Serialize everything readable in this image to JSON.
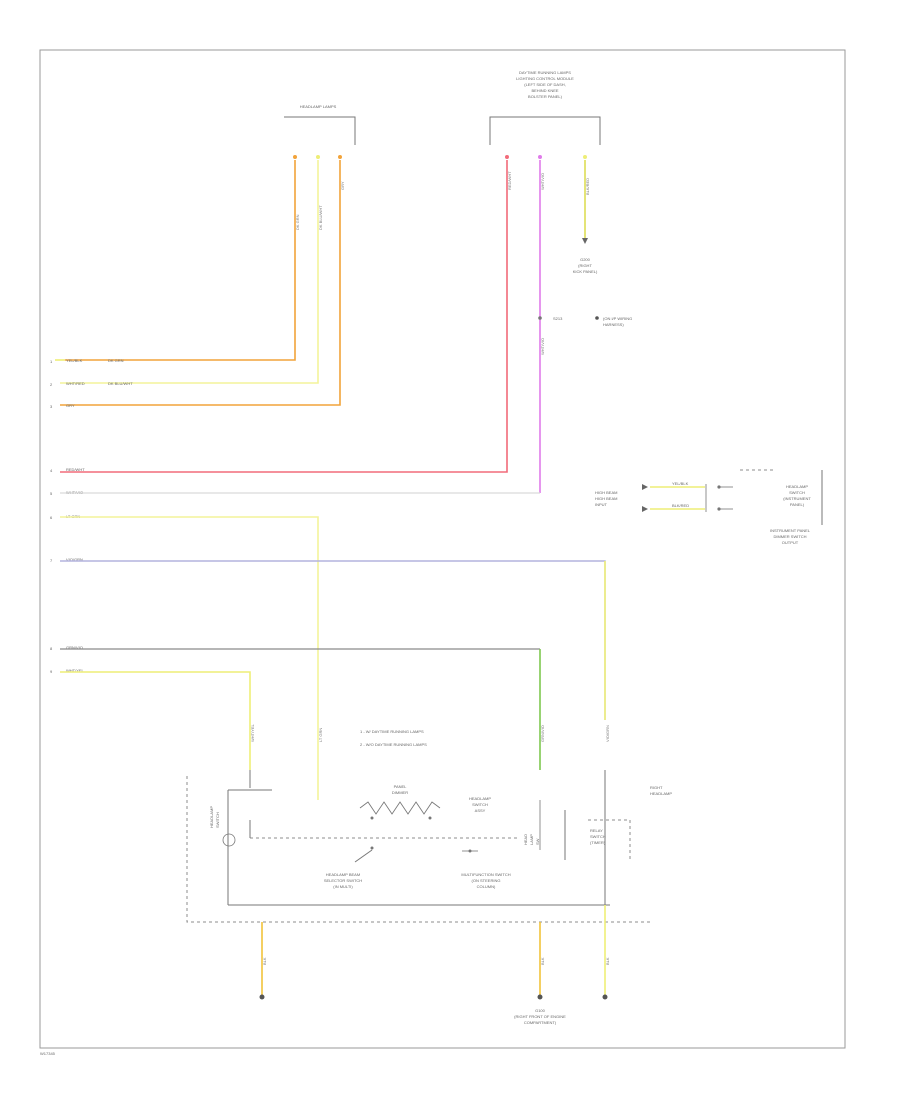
{
  "labels": {
    "top_left_connector": "HEADLAMP LAMPS",
    "top_right_connector_lines": [
      "DAYTIME RUNNING LAMPS",
      "LIGHTING CONTROL MODULE",
      "(LEFT SIDE OF DASH,",
      "BEHIND KNEE",
      "BOLSTER PANEL)"
    ],
    "ground_top_lines": [
      "G200",
      "(RIGHT",
      "KICK PANEL)"
    ],
    "splice_label": "S213",
    "splice_note_lines": [
      "(ON I/P WIRING",
      "HARNESS)"
    ],
    "wire_left_1": "YEL/BLK",
    "wire_left_1b": "DK GRN",
    "wire_left_2": "WHT/RED",
    "wire_left_2b": "DK BLU/WHT",
    "wire_left_3": "GRY",
    "wire_left_4": "RED/WHT",
    "wire_left_5": "WHT/VIO",
    "wire_left_6": "LT GRN",
    "wire_left_7": "VIO/GRN",
    "wire_left_8": "GRN/VIO",
    "wire_left_9": "WHT/YEL",
    "right_module_lines": [
      "HEADLAMP",
      "SWITCH",
      "(INSTRUMENT",
      "PANEL)"
    ],
    "right_module_sub_lines": [
      "INSTRUMENT PANEL",
      "DIMMER SWITCH",
      "OUTPUT"
    ],
    "right_side_inputs": [
      "HIGH BEAM",
      "HIGH BEAM",
      "INPUT"
    ],
    "right_side_wire_1": "YEL/BLK",
    "right_side_wire_2": "BLK/RED",
    "legend_1": "1 - W/ DAYTIME RUNNING LAMPS",
    "legend_2": "2 - W/O DAYTIME RUNNING LAMPS",
    "switch_block_label_lines": [
      "PANEL",
      "DIMMER"
    ],
    "switch_right_label_lines": [
      "HEADLAMP",
      "SWITCH",
      "ASSY"
    ],
    "lower_left_label_lines": [
      "HEADLAMP BEAM",
      "SELECTOR SWITCH",
      "(IN MULTI)"
    ],
    "lower_mid_label_lines": [
      "MULTIFUNCTION SWITCH",
      "(ON STEERING",
      "COLUMN)"
    ],
    "connector_left_lines": [
      "HEADLAMP",
      "SWITCH"
    ],
    "connector_mid_lines": [
      "HEAD",
      "LAMP",
      "SW"
    ],
    "right_relay_lines": [
      "RELAY",
      "SWITCH",
      "(TIMER)"
    ],
    "far_right_label_lines": [
      "RIGHT",
      "HEADLAMP"
    ],
    "ground_bottom_lines": [
      "G100",
      "(RIGHT FRONT OF ENGINE",
      "COMPARTMENT)"
    ],
    "footer": "W17345"
  },
  "colors": {
    "orange": "#f2a33a",
    "yellow": "#eeee77",
    "light_yellow": "#f3f39a",
    "pink": "#f26b7a",
    "magenta": "#e07bea",
    "violet_gray": "#b3b3dd",
    "green": "#7ec850",
    "gray": "#777777",
    "dark_green": "#6f9a3c"
  }
}
